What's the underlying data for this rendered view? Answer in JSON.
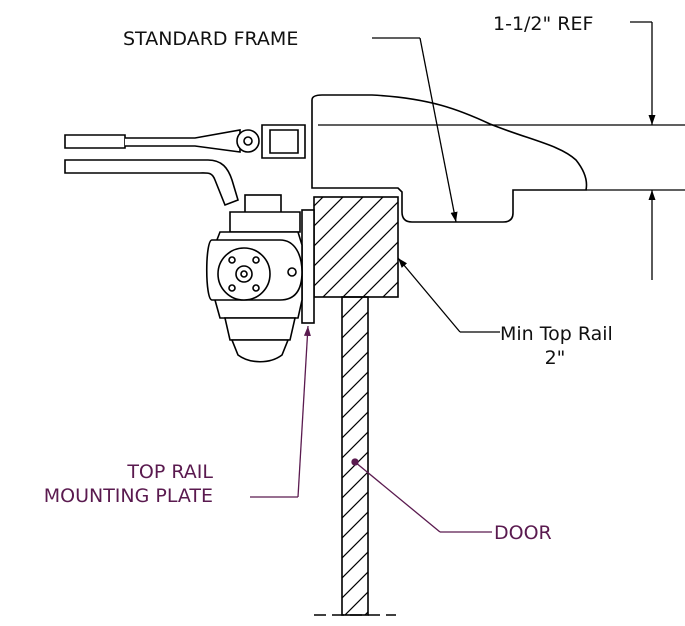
{
  "labels": {
    "standard_frame": "STANDARD FRAME",
    "ref_dimension": "1-1/2\" REF",
    "min_top_rail_line1": "Min Top Rail",
    "min_top_rail_line2": "2\"",
    "top_rail_line1": "TOP RAIL",
    "top_rail_line2": "MOUNTING PLATE",
    "door": "DOOR"
  },
  "colors": {
    "line": "#000000",
    "text": "#111111",
    "callout": "#5a1a4f",
    "background": "#ffffff"
  },
  "icons": {
    "arrowhead": "filled-triangle-arrow"
  }
}
